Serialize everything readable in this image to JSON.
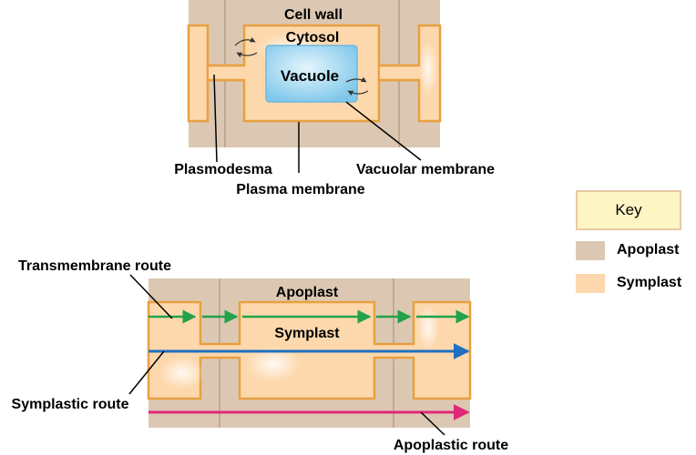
{
  "top_diagram": {
    "cell_wall": "Cell wall",
    "cytosol": "Cytosol",
    "vacuole": "Vacuole",
    "plasmodesma": "Plasmodesma",
    "plasma_membrane": "Plasma membrane",
    "vacuolar_membrane": "Vacuolar membrane"
  },
  "bottom_diagram": {
    "apoplast": "Apoplast",
    "symplast": "Symplast",
    "transmembrane_route": "Transmembrane route",
    "symplastic_route": "Symplastic route",
    "apoplastic_route": "Apoplastic route"
  },
  "key": {
    "title": "Key",
    "items": [
      {
        "label": "Apoplast",
        "color": "#dcc8b2"
      },
      {
        "label": "Symplast",
        "color": "#fdd7ad"
      }
    ]
  },
  "colors": {
    "cell_wall": "#dcc8b2",
    "cytoplasm": "#fdd8ad",
    "membrane": "#e8a040",
    "vacuole": "#aadcf2",
    "transmembrane_arrow": "#22a24a",
    "symplastic_arrow": "#1f6fc0",
    "apoplastic_arrow": "#e0287a"
  }
}
